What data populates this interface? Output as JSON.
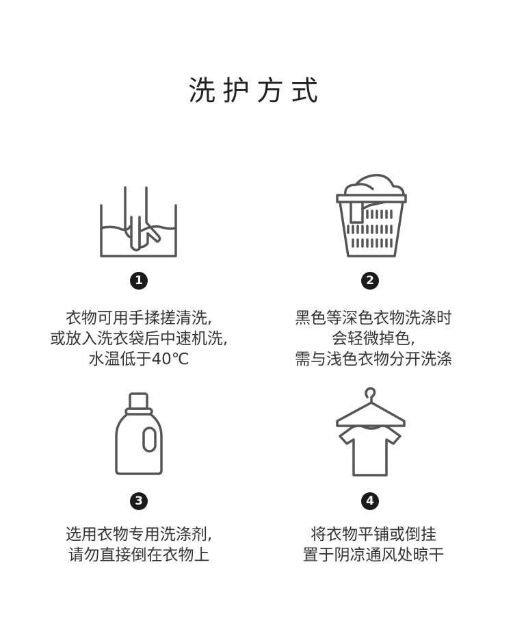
{
  "title": "洗护方式",
  "items": [
    {
      "number": "1",
      "icon": "hand-wash-icon",
      "lines": [
        "衣物可用手揉搓清洗,",
        "或放入洗衣袋后中速机洗,",
        "水温低于40℃"
      ]
    },
    {
      "number": "2",
      "icon": "laundry-basket-icon",
      "lines": [
        "黑色等深色衣物洗涤时",
        "会轻微掉色,",
        "需与浅色衣物分开洗涤"
      ]
    },
    {
      "number": "3",
      "icon": "detergent-bottle-icon",
      "lines": [
        "选用衣物专用洗涤剂,",
        "请勿直接倒在衣物上"
      ]
    },
    {
      "number": "4",
      "icon": "hanger-shirt-icon",
      "lines": [
        "将衣物平铺或倒挂",
        "置于阴凉通风处晾干"
      ]
    }
  ]
}
